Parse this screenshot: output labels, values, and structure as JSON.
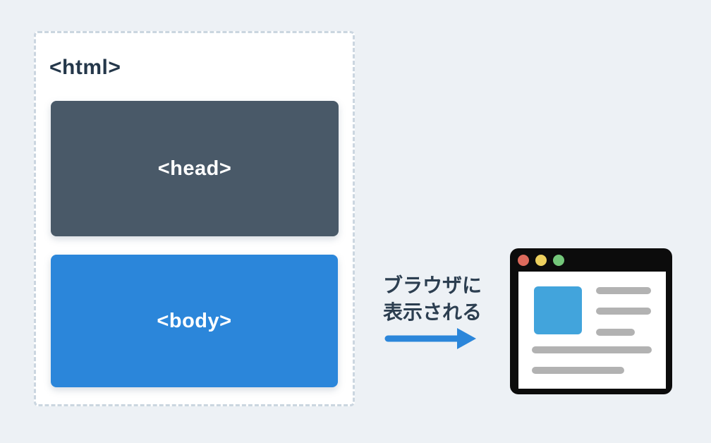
{
  "diagram": {
    "html_label": "<html>",
    "head_label": "<head>",
    "body_label": "<body>"
  },
  "caption": {
    "line1": "ブラウザに",
    "line2": "表示される"
  },
  "browser": {
    "traffic_lights": [
      {
        "name": "close",
        "color": "#dd6a5c"
      },
      {
        "name": "minimize",
        "color": "#edd05e"
      },
      {
        "name": "fullscreen",
        "color": "#74c77a"
      }
    ]
  },
  "colors": {
    "background": "#edf1f5",
    "dashed_border": "#cbd6e0",
    "head_box": "#495968",
    "body_box": "#2b86da",
    "arrow": "#2b86da",
    "label_text": "#24374a",
    "caption_text": "#2c3e50",
    "browser_frame": "#0c0c0c",
    "thumbnail_blue": "#42a4dc",
    "placeholder_gray": "#b2b2b2"
  }
}
